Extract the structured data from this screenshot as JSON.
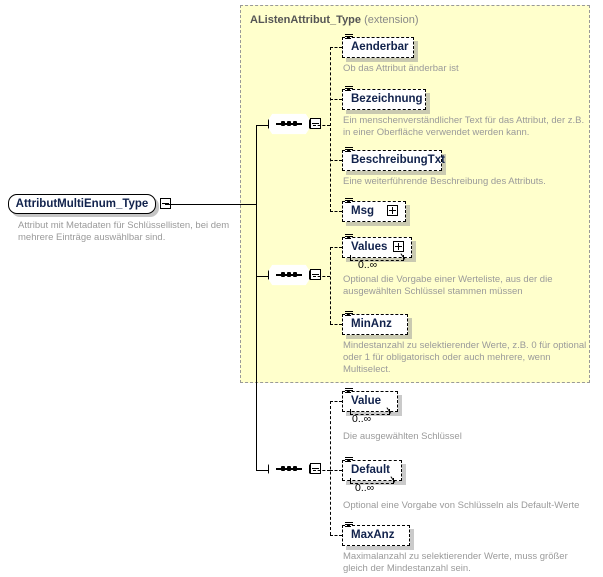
{
  "diagram": {
    "type": "xsd-schema-diagram",
    "root": {
      "name": "AttributMultiEnum_Type",
      "documentation": "Attribut mit Metadaten für Schlüssellisten, bei dem mehrere Einträge auswählbar sind.",
      "expander": "minus"
    },
    "extension": {
      "base_name": "AListenAttribut_Type",
      "kind": "(extension)",
      "background": "#ffffcc"
    },
    "compositors": [
      {
        "id": "seq-1",
        "symbol": "sequence",
        "expander": "minus"
      },
      {
        "id": "seq-2",
        "symbol": "sequence",
        "expander": "minus"
      },
      {
        "id": "seq-3",
        "symbol": "sequence",
        "expander": "minus"
      }
    ],
    "groups": [
      {
        "id": "group-inherited-1",
        "compositor": "seq-1",
        "inside_extension": true,
        "elements": [
          {
            "name": "Aenderbar",
            "expander": null,
            "occurs": null,
            "documentation": "Ob das Attribut änderbar ist"
          },
          {
            "name": "Bezeichnung",
            "expander": null,
            "occurs": null,
            "documentation": "Ein menschenverständlicher Text für das Attribut, der z.B. in einer Oberfläche verwendet werden kann."
          },
          {
            "name": "BeschreibungTxt",
            "expander": null,
            "occurs": null,
            "documentation": "Eine weiterführende Beschreibung des Attributs."
          },
          {
            "name": "Msg",
            "expander": "plus",
            "occurs": null,
            "documentation": null
          }
        ]
      },
      {
        "id": "group-inherited-2",
        "compositor": "seq-2",
        "inside_extension": true,
        "elements": [
          {
            "name": "Values",
            "expander": "plus",
            "occurs": "0..∞",
            "documentation": "Optional die Vorgabe einer Werteliste, aus der die ausgewählten Schlüssel stammen müssen"
          },
          {
            "name": "MinAnz",
            "expander": null,
            "occurs": null,
            "documentation": "Mindestanzahl zu selektierender Werte, z.B. 0 für optional oder 1 für obligatorisch oder auch mehrere, wenn Multiselect."
          }
        ]
      },
      {
        "id": "group-own",
        "compositor": "seq-3",
        "inside_extension": false,
        "elements": [
          {
            "name": "Value",
            "expander": null,
            "occurs": "0..∞",
            "documentation": "Die ausgewählten Schlüssel"
          },
          {
            "name": "Default",
            "expander": null,
            "occurs": "0..∞",
            "documentation": "Optional eine Vorgabe von Schlüsseln als Default-Werte"
          },
          {
            "name": "MaxAnz",
            "expander": null,
            "occurs": null,
            "documentation": "Maximalanzahl zu selektierender Werte, muss größer gleich der Mindestanzahl sein."
          }
        ]
      }
    ]
  }
}
